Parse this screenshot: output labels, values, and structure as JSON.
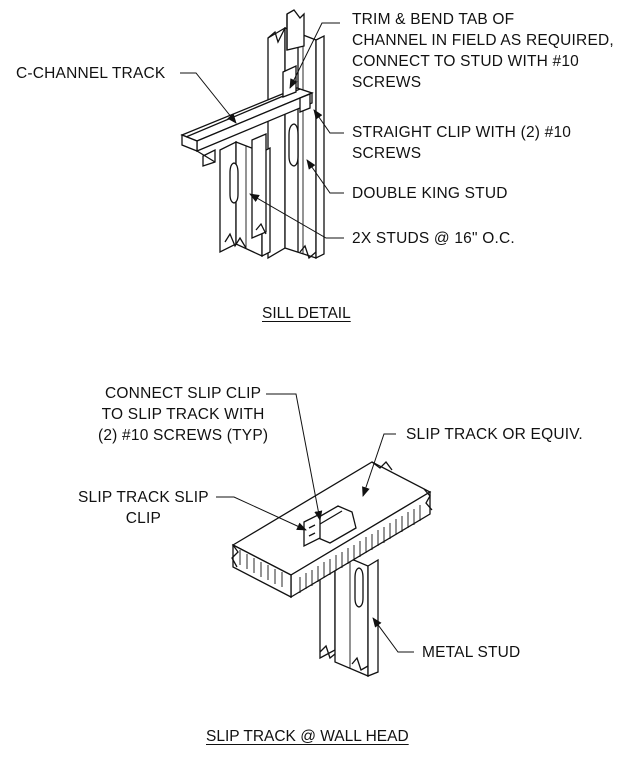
{
  "sill_detail": {
    "title": "SILL DETAIL",
    "callouts": {
      "trim_bend_tab": [
        "TRIM & BEND TAB OF",
        "CHANNEL IN FIELD AS REQUIRED,",
        "CONNECT TO STUD WITH #10",
        "SCREWS"
      ],
      "c_channel_track": [
        "C-CHANNEL TRACK"
      ],
      "straight_clip": [
        "STRAIGHT CLIP WITH (2) #10",
        "SCREWS"
      ],
      "double_king_stud": [
        "DOUBLE KING STUD"
      ],
      "studs_spacing": [
        "2X STUDS @ 16\" O.C."
      ]
    }
  },
  "slip_track_detail": {
    "title": "SLIP TRACK @ WALL HEAD",
    "callouts": {
      "connect_slip_clip": [
        "CONNECT SLIP CLIP",
        "TO SLIP TRACK WITH",
        "(2) #10 SCREWS (TYP)"
      ],
      "slip_track_or_equiv": [
        "SLIP TRACK OR EQUIV."
      ],
      "slip_track_slip_clip": [
        "SLIP TRACK SLIP",
        "CLIP"
      ],
      "metal_stud": [
        "METAL STUD"
      ]
    }
  }
}
